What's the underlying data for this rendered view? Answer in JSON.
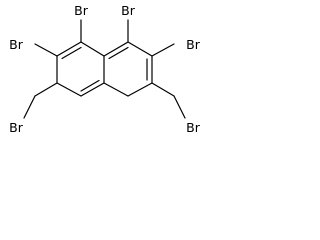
{
  "molecule": {
    "atoms": {
      "br_top_left": "Br",
      "br_top_right": "Br",
      "br_upper_left": "Br",
      "br_upper_right": "Br",
      "br_lower_left": "Br",
      "br_lower_right": "Br"
    },
    "colors": {
      "bond": "#000000",
      "label": "#000000",
      "background": "#ffffff"
    }
  }
}
